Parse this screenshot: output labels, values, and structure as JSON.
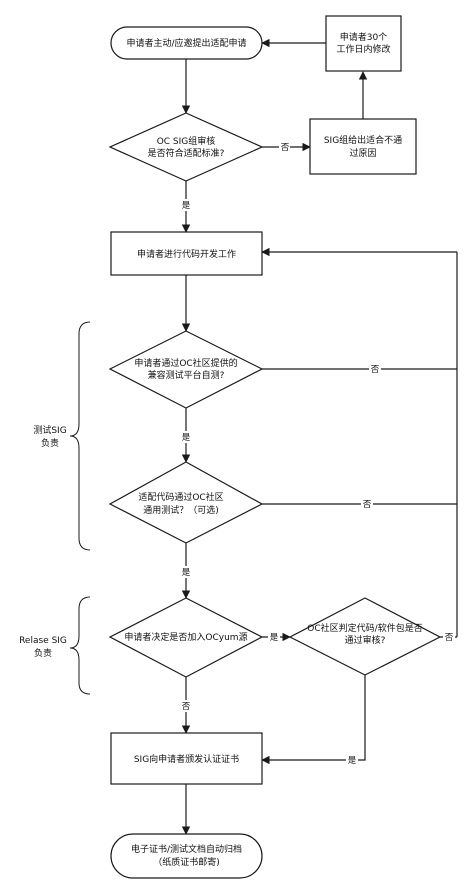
{
  "nodes": {
    "start": "申请者主动/应邀提出适配申请",
    "revise": [
      "申请者30个",
      "工作日内修改"
    ],
    "oc_review": [
      "OC SIG组审核",
      "是否符合适配标准?"
    ],
    "fail_reason": [
      "SIG组给出适合不通",
      "过原因"
    ],
    "develop": "申请者进行代码开发工作",
    "self_test": [
      "申请者通过OC社区提供的",
      "兼容测试平台自测?"
    ],
    "community_test": [
      "适配代码通过OC社区",
      "通用测试？（可选)"
    ],
    "yum_decide": "申请者决定是否加入OCyum源",
    "code_review": [
      "OC社区判定代码/软件包是否",
      "通过审核?"
    ],
    "issue_cert": "SIG向申请者颁发认证证书",
    "archive": [
      "电子证书/测试文档自动归档",
      "（纸质证书邮寄)"
    ]
  },
  "edge_labels": {
    "review_no": "否",
    "review_yes": "是",
    "self_test_yes": "是",
    "self_test_no": "否",
    "community_test_no": "否",
    "community_test_yes": "是",
    "yum_yes": "是",
    "yum_no": "否",
    "code_review_no": "否",
    "code_review_yes": "是"
  },
  "groups": {
    "test_sig": [
      "测试SIG",
      "负责"
    ],
    "release_sig": [
      "Relase SIG",
      "负责"
    ]
  }
}
